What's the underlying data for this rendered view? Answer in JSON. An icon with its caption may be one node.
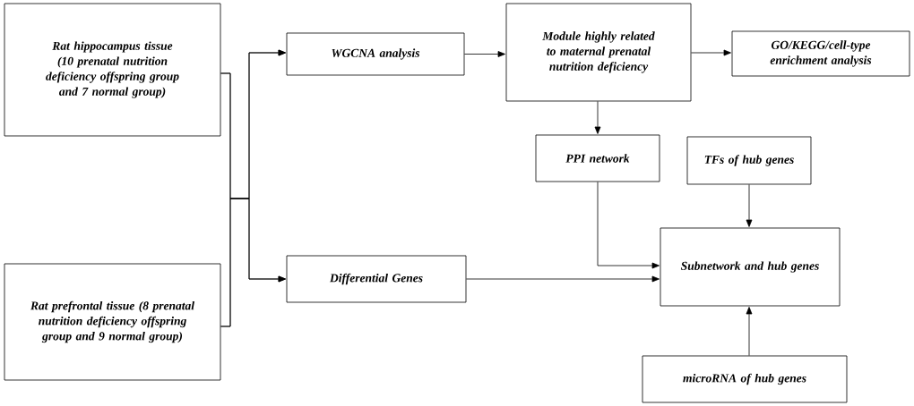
{
  "diagram": {
    "nodes": [
      {
        "text": [
          "Rat hippocampus tissue (10 prenatal nutrition deficiency offspring group and 7 normal group)"
        ]
      },
      {
        "text": [
          "Rat prefrontal tissue (8 prenatal nutrition deficiency offspring group and 9 normal group)"
        ]
      },
      {
        "text": [
          "WGCNA analysis"
        ]
      },
      {
        "text": [
          "Differential Genes"
        ]
      },
      {
        "text": [
          "Module highly related to maternal prenatal nutrition deficiency"
        ]
      },
      {
        "text": [
          "GO/KEGG/cell-type enrichment analysis"
        ]
      },
      {
        "text": [
          "PPI network"
        ]
      },
      {
        "text": [
          "TFs of hub genes"
        ]
      },
      {
        "text": [
          "Subnetwork and hub genes"
        ]
      },
      {
        "text": [
          "microRNA of hub genes"
        ]
      }
    ],
    "edges": [
      {
        "from": 0,
        "to": 2,
        "arrow": "to"
      },
      {
        "from": 0,
        "to": 3,
        "arrow": "to"
      },
      {
        "from": 1,
        "to": 2,
        "arrow": "to"
      },
      {
        "from": 1,
        "to": 3,
        "arrow": "to"
      },
      {
        "from": 2,
        "to": 4,
        "arrow": "to"
      },
      {
        "from": 4,
        "to": 5,
        "arrow": "to"
      },
      {
        "from": 4,
        "to": 6,
        "arrow": "to"
      },
      {
        "from": 6,
        "to": 8,
        "arrow": "to"
      },
      {
        "from": 3,
        "to": 8,
        "arrow": "to"
      },
      {
        "from": 7,
        "to": 8,
        "arrow": "to"
      },
      {
        "from": 9,
        "to": 8,
        "arrow": "to"
      }
    ]
  }
}
